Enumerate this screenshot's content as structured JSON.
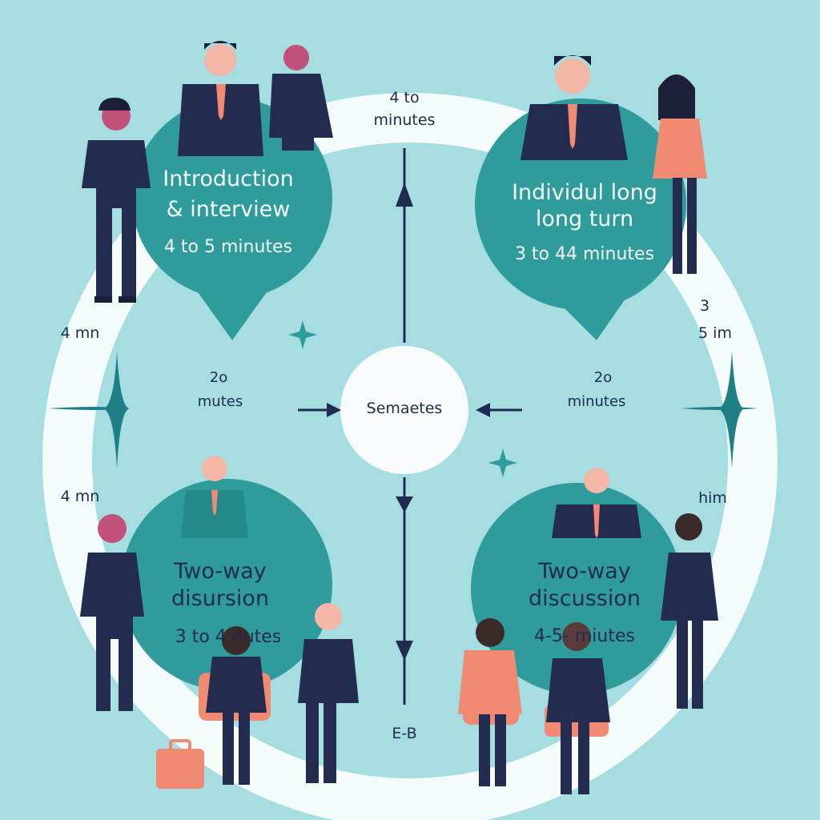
{
  "colors": {
    "background": "#a5dde0",
    "ring": "#f4fbfb",
    "bubble": "#2f9b9b",
    "dark_suit": "#232b4e",
    "accent_coral": "#f08a72",
    "arrow": "#1f2c4f"
  },
  "top_label": {
    "line1": "4 to",
    "line2": "minutes"
  },
  "bubbles": [
    {
      "title1": "Introduction",
      "title2": "& interview",
      "time": "4 to 5 minutes"
    },
    {
      "title1": "Individul  long",
      "title2": "long turn",
      "time": "3 to  44 minutes"
    },
    {
      "title1": "Two-way",
      "title2": "disursion",
      "time": "3 to 4 nutes"
    },
    {
      "title1": "Two-way",
      "title2": "discussion",
      "time": "4-5-  miutes"
    }
  ],
  "side_labels": {
    "left_upper": "4 mn",
    "left_lower": "4 mn",
    "right_upper_1": "3",
    "right_upper_2": "5 im",
    "right_lower": "him"
  },
  "middle_labels": {
    "left_1": "2o",
    "left_2": "mutes",
    "right_1": "2o",
    "right_2": "minutes"
  },
  "center": {
    "label": "Semaetes"
  },
  "bottom_label": "E-B"
}
